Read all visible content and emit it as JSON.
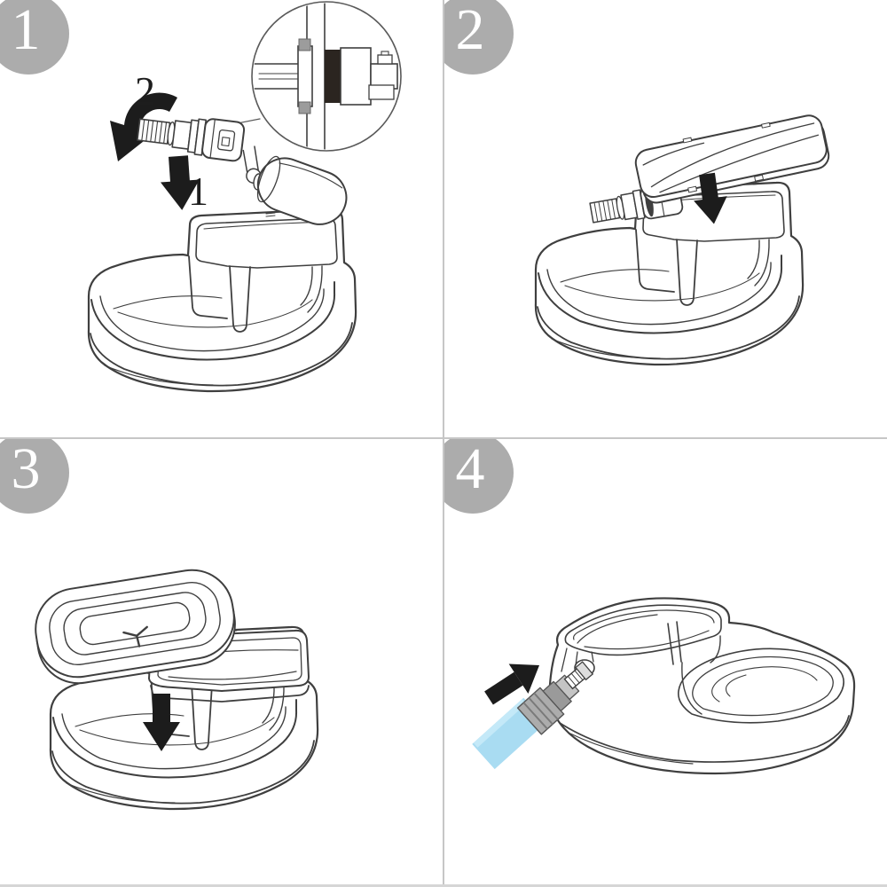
{
  "sheet": {
    "type": "assembly-instruction-diagram",
    "subject": "pet-water-bowl-with-float-valve"
  },
  "panels": [
    {
      "step": "1",
      "annotations": {
        "turn_label": "2",
        "insert_label": "1"
      },
      "shows": [
        "float-valve-assembly",
        "rotation-arrow",
        "down-arrow",
        "detail-magnifier",
        "basin"
      ]
    },
    {
      "step": "2",
      "shows": [
        "cover-lid",
        "down-arrow",
        "basin-with-valve-installed"
      ]
    },
    {
      "step": "3",
      "shows": [
        "splash-tray",
        "down-arrow",
        "basin-with-lid"
      ]
    },
    {
      "step": "4",
      "shows": [
        "water-hose",
        "hose-connector",
        "direction-arrow",
        "assembled-bowl"
      ]
    }
  ],
  "colors": {
    "background": "#FFFFFF",
    "badge_gray": "#ACACAC",
    "badge_number": "#FFFFFF",
    "line_art": "#3F3F3F",
    "arrow_black": "#1C1C1C",
    "hose_blue": "#A9DCF2",
    "hose_highlight": "#C4E9F8",
    "connector_gray": "#ACACAC",
    "divider_gray": "#C6C6C6"
  }
}
